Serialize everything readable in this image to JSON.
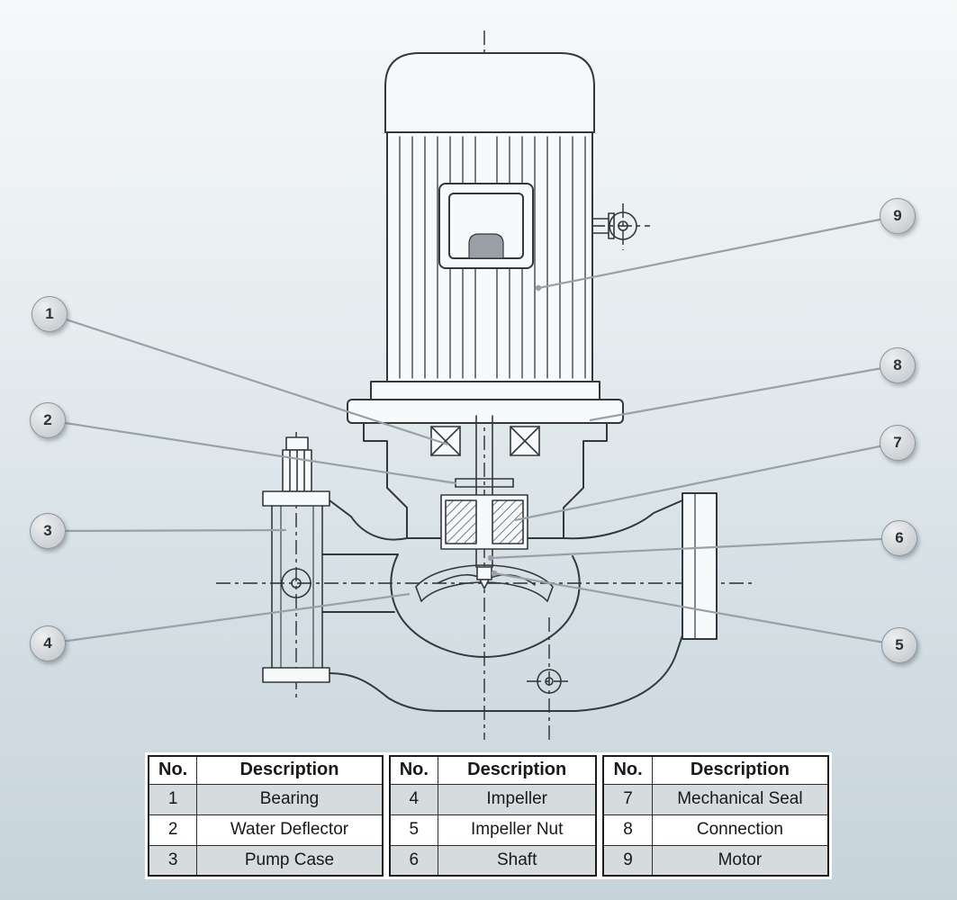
{
  "diagram": {
    "name": "Vertical inline pump cross-section diagram",
    "callouts": [
      {
        "label": "1"
      },
      {
        "label": "2"
      },
      {
        "label": "3"
      },
      {
        "label": "4"
      },
      {
        "label": "5"
      },
      {
        "label": "6"
      },
      {
        "label": "7"
      },
      {
        "label": "8"
      },
      {
        "label": "9"
      }
    ]
  },
  "tables": [
    {
      "headers": {
        "no": "No.",
        "desc": "Description"
      },
      "rows": [
        {
          "no": "1",
          "desc": "Bearing"
        },
        {
          "no": "2",
          "desc": "Water Deflector"
        },
        {
          "no": "3",
          "desc": "Pump Case"
        }
      ]
    },
    {
      "headers": {
        "no": "No.",
        "desc": "Description"
      },
      "rows": [
        {
          "no": "4",
          "desc": "Impeller"
        },
        {
          "no": "5",
          "desc": "Impeller Nut"
        },
        {
          "no": "6",
          "desc": "Shaft"
        }
      ]
    },
    {
      "headers": {
        "no": "No.",
        "desc": "Description"
      },
      "rows": [
        {
          "no": "7",
          "desc": "Mechanical Seal"
        },
        {
          "no": "8",
          "desc": "Connection"
        },
        {
          "no": "9",
          "desc": "Motor"
        }
      ]
    }
  ],
  "colors": {
    "line": "#33383c",
    "leader_line": "#98a1a7",
    "callout_fill": "#d3d7da",
    "table_alt_row": "#d6dbde",
    "background_top": "#f6f8f9",
    "background_bottom": "#c7d3db"
  }
}
